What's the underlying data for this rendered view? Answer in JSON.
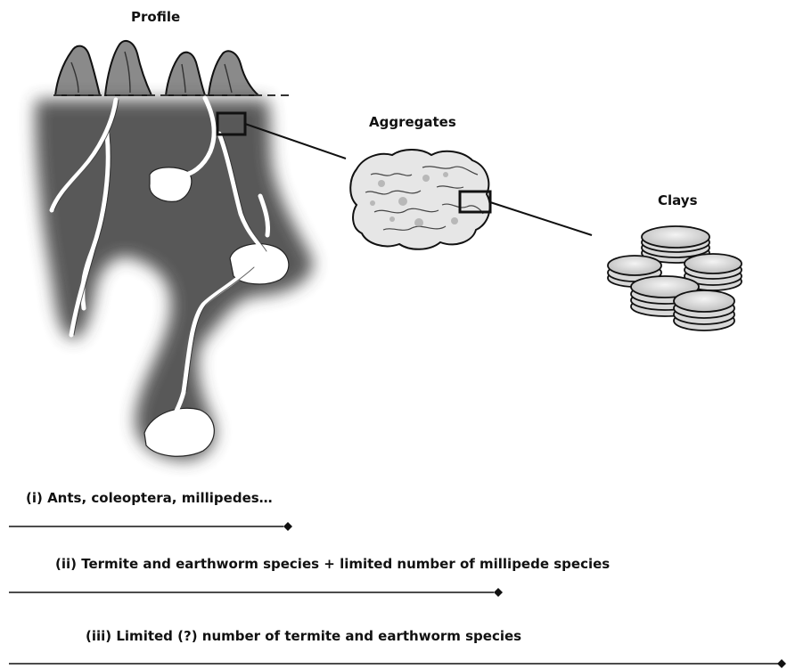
{
  "labels": {
    "profile": "Profile",
    "aggregates": "Aggregates",
    "clays": "Clays"
  },
  "scales": [
    {
      "text": "(i) Ants, coleoptera, millipedes…"
    },
    {
      "text": "(ii) Termite and earthworm species + limited number of millipede species"
    },
    {
      "text": "(iii) Limited (?) number of termite and earthworm species"
    }
  ]
}
